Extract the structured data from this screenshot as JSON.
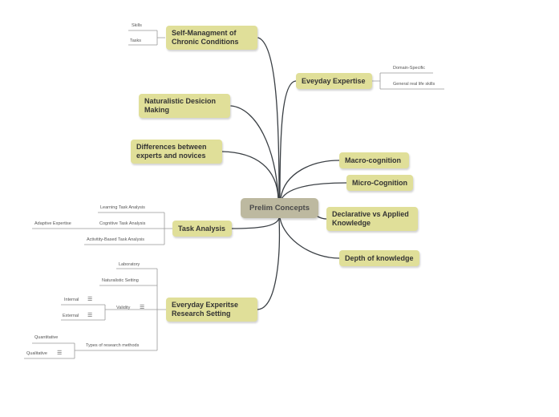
{
  "mindmap": {
    "root": "Prelim Concepts",
    "right_branches": [
      {
        "id": "everyday-expertise",
        "label": "Eveyday Expertise",
        "children": [
          "Domain-Specific",
          "General  real life skills"
        ]
      },
      {
        "id": "macro-cognition",
        "label": "Macro-cognition",
        "children": []
      },
      {
        "id": "micro-cognition",
        "label": "Micro-Cognition",
        "children": []
      },
      {
        "id": "declarative",
        "label": "Declarative vs Applied Knowledge",
        "children": []
      },
      {
        "id": "depth",
        "label": "Depth of knowledge",
        "children": []
      }
    ],
    "left_branches": [
      {
        "id": "self-management",
        "label": "Self-Managment of Chronic Conditions",
        "children": [
          "Skills",
          "Tasks"
        ]
      },
      {
        "id": "naturalistic",
        "label": "Naturalistic Desicion Making",
        "children": []
      },
      {
        "id": "differences",
        "label": "Differences between experts and novices",
        "children": []
      },
      {
        "id": "task-analysis",
        "label": "Task Analysis",
        "children": [
          "Learning Task Analysis",
          "Cognitive Task Analysis",
          "Activitity-Based Task Analysis"
        ],
        "grandchildren": {
          "Cognitive Task Analysis": [
            "Adaptive Expertise"
          ]
        }
      },
      {
        "id": "research-setting",
        "label": "Everyday Experitse Research Setting",
        "children": [
          "Laboratory",
          "Naturalistic Setting",
          "Validity",
          "Types of research methods"
        ],
        "grandchildren": {
          "Validity": [
            "Internal",
            "External"
          ],
          "Types of research methods": [
            "Quantitative",
            "Qualitative"
          ]
        }
      }
    ],
    "text": {
      "self_management_l1": "Self-Managment of",
      "self_management_l2": "Chronic Conditions",
      "skills": "Skills",
      "tasks": "Tasks",
      "everyday_expertise": "Eveyday Expertise",
      "domain_specific": "Domain-Specific",
      "general_skills": "General  real life skills",
      "naturalistic_l1": "Naturalistic Desicion",
      "naturalistic_l2": "Making",
      "differences_l1": "Differences between",
      "differences_l2": "experts and novices",
      "macro": "Macro-cognition",
      "micro": "Micro-Cognition",
      "root": "Prelim Concepts",
      "declarative_l1": "Declarative vs Applied",
      "declarative_l2": "Knowledge",
      "task_analysis": "Task Analysis",
      "learning_ta": "Learning Task Analysis",
      "cognitive_ta": "Cognitive Task Analysis",
      "activity_ta": "Activitity-Based Task Analysis",
      "adaptive": "Adaptive Expertise",
      "depth": "Depth of knowledge",
      "laboratory": "Laboratory",
      "naturalistic_setting": "Naturalistic Setting",
      "research_l1": "Everyday Experitse",
      "research_l2": "Research Setting",
      "validity": "Validity",
      "internal": "Internal",
      "external": "External",
      "types_methods": "Types of research methods",
      "quantitative": "Quantitative",
      "qualitative": "Qualitative"
    },
    "icons": {
      "note": "note-icon"
    },
    "colors": {
      "branch": "#e0df99",
      "root": "#bdb9a0",
      "line": "#3a3f44",
      "leaf_line": "#999999"
    }
  }
}
